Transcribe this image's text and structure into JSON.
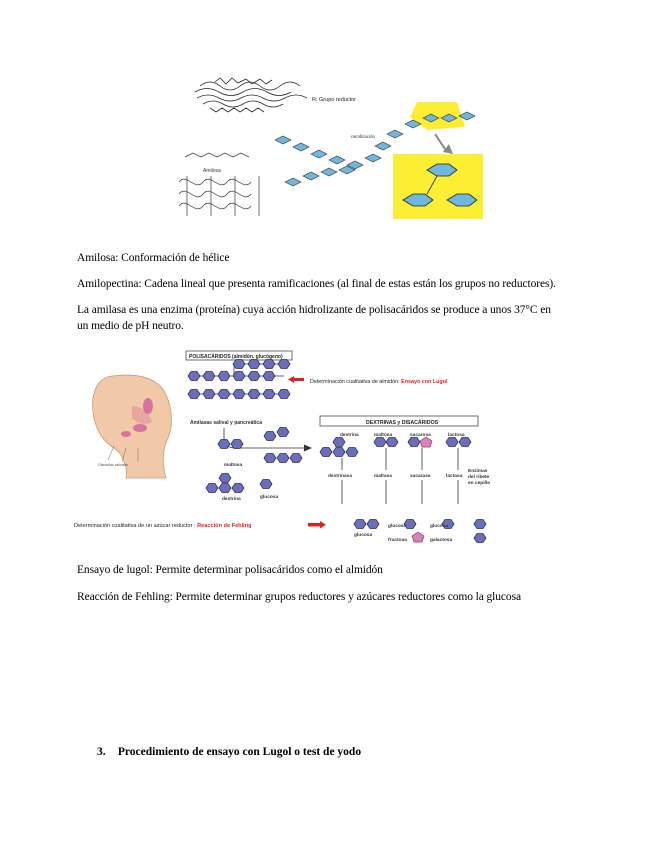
{
  "figure1": {
    "labels": {
      "reducing_group": "R: Grupo reductor",
      "amylose": "Amilosa",
      "branch": "ramificación"
    }
  },
  "paragraphs": {
    "amilosa": "Amilosa: Conformación de hélice",
    "amilopectina": "Amilopectina: Cadena lineal que presenta ramificaciones (al final de estas están los grupos no reductores).",
    "amilasa_line1": "La amilasa es una enzima (proteína) cuya acción hidrolizante de polisacáridos se produce a unos 37°C en",
    "amilasa_line2": "un medio de pH neutro.",
    "lugol": "Ensayo de lugol: Permite determinar polisacáridos como el almidón",
    "fehling": "Reacción de Fehling: Permite determinar grupos reductores y azúcares reductores como la glucosa"
  },
  "figure2": {
    "polisacaridos_title": "POLISACÁRIDOS (almidón, glucógeno)",
    "lugol_prefix": "Determinación cualitativa de almidón: ",
    "lugol_test": "Ensayo con Lugol",
    "amilasas": "Amilasas salival y pancreática",
    "maltosa": "maltosa",
    "dextrina": "dextrina",
    "glucosa": "glucosa",
    "dextrinas_title": "DEXTRINAS y DISACÁRIDOS",
    "col_labels": [
      "dextrina",
      "maltosa",
      "sacarosa",
      "lactosa"
    ],
    "enzyme_labels": [
      "dextrinasa",
      "maltasa",
      "sacarasa",
      "lactasa"
    ],
    "enzimas_note": [
      "Enzimas",
      "del ribete",
      "en cepillo"
    ],
    "fehling_prefix": "Determinación cualitativa de un azúcar reductor : ",
    "fehling_test": "Reacción de Fehling",
    "products": {
      "glucosa_a": "glucosa",
      "glucosa_b": "glucosa",
      "glucosa_c": "glucosa",
      "fructosa": "fructosa",
      "galactosa": "galactosa"
    },
    "gland_caption": "Glándulas salivales"
  },
  "section3": {
    "number": "3.",
    "title": "Procedimiento de ensayo con Lugol o test de yodo"
  },
  "colors": {
    "hexagon": "#6c6fb8",
    "hexagon_stroke": "#2e2f6e",
    "pink": "#d982b5",
    "red": "#e02020",
    "yellow": "#fbee33",
    "blue_ring": "#6fb7dc"
  }
}
